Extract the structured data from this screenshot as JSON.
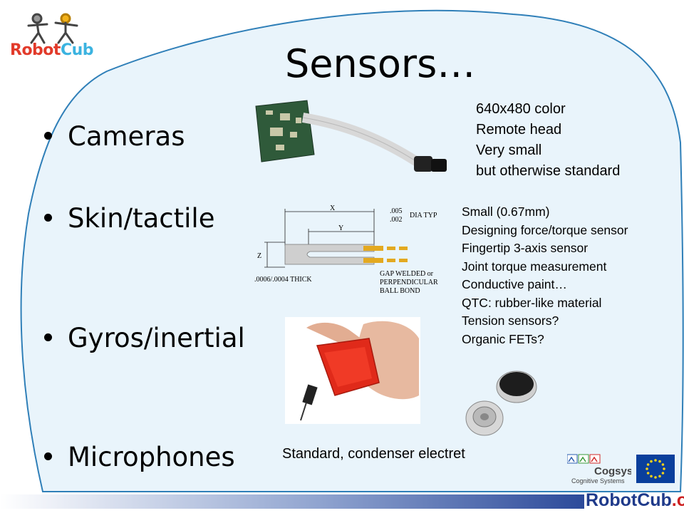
{
  "logo": {
    "name_part1": "Robot",
    "name_part2": "Cub"
  },
  "title": "Sensors…",
  "bullets": [
    {
      "label": "Cameras"
    },
    {
      "label": "Skin/tactile"
    },
    {
      "label": "Gyros/inertial"
    },
    {
      "label": "Microphones"
    }
  ],
  "camera_notes": [
    "640x480 color",
    "Remote head",
    "Very small",
    "but otherwise standard"
  ],
  "skin_notes": [
    "Small (0.67mm)",
    "Designing force/torque sensor",
    "Fingertip 3-axis sensor",
    "Joint torque measurement",
    "Conductive paint…",
    "QTC: rubber-like material",
    "Tension sensors?",
    "Organic FETs?"
  ],
  "mic_note": "Standard, condenser electret",
  "diagram": {
    "x": "X",
    "y": "Y",
    "z": "Z",
    "dims": ".005",
    "dims2": ".002",
    "dia": "DIA TYP",
    "thick": ".0006/.0004 THICK",
    "gap1": "GAP WELDED or",
    "gap2": "PERPENDICULAR",
    "gap3": "BALL BOND"
  },
  "footer": {
    "cogsys": "Cogsys",
    "cogsys_sub": "Cognitive Systems",
    "brand": "RobotCub",
    "brand_suffix": ".org"
  },
  "colors": {
    "blob": "#e9f4fb",
    "blob_edge": "#2f7fb8",
    "footer_bar": "#2c4a9a",
    "brand_blue": "#1f3a8a",
    "brand_red": "#cc1f1f",
    "sensor_red": "#e02a1a"
  }
}
